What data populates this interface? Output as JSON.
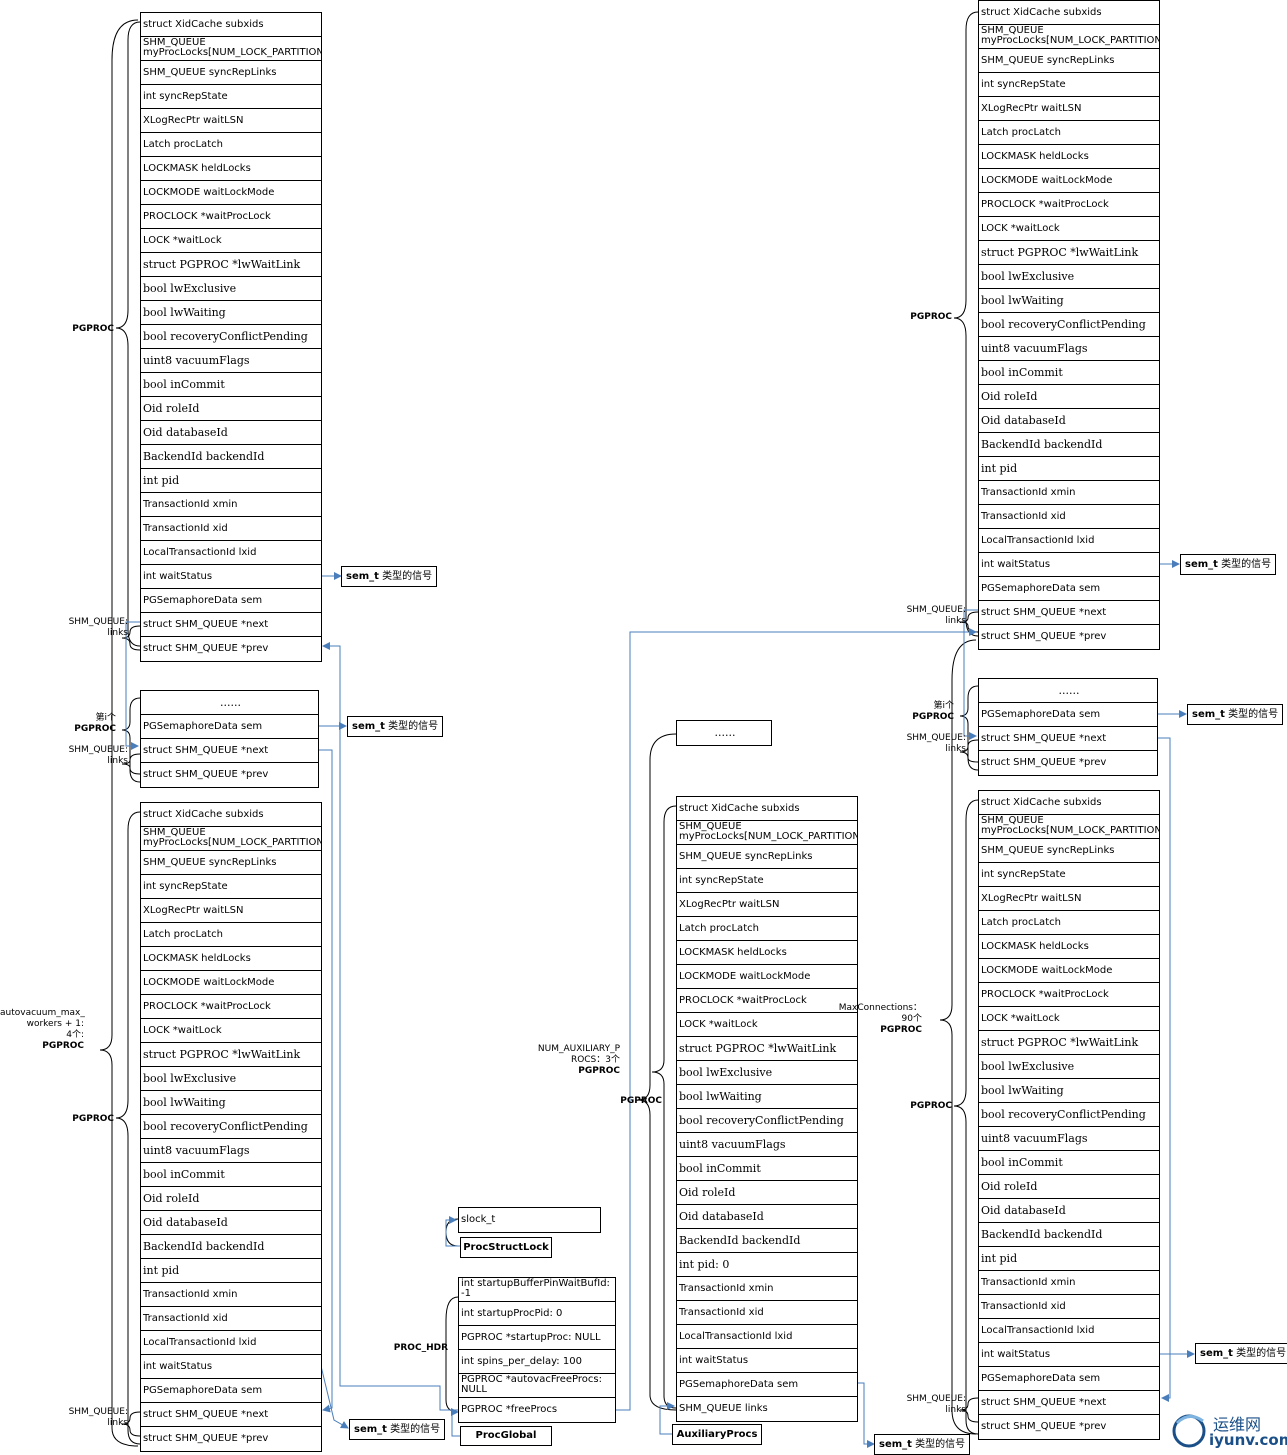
{
  "title": "",
  "pgproc_fields_a": [
    "struct XidCache subxids",
    "SHM_QUEUE myProcLocks[NUM_LOCK_PARTITIONS]",
    "SHM_QUEUE syncRepLinks",
    "int syncRepState",
    "XLogRecPtr waitLSN",
    "Latch procLatch",
    "LOCKMASK heldLocks",
    "LOCKMODE waitLockMode",
    "PROCLOCK *waitProcLock",
    "LOCK *waitLock",
    "struct PGPROC *lwWaitLink",
    "bool lwExclusive",
    "bool lwWaiting",
    "bool recoveryConflictPending",
    "uint8 vacuumFlags",
    "bool inCommit",
    "Oid roleId",
    "Oid databaseId",
    "BackendId backendId",
    "int pid",
    "TransactionId xmin",
    "TransactionId xid",
    "LocalTransactionId lxid",
    "int waitStatus",
    "PGSemaphoreData sem",
    "struct SHM_QUEUE *next",
    "struct SHM_QUEUE *prev"
  ],
  "pgproc_fields_aux": [
    "struct XidCache subxids",
    "SHM_QUEUE myProcLocks[NUM_LOCK_PARTITIONS]",
    "SHM_QUEUE syncRepLinks",
    "int syncRepState",
    "XLogRecPtr waitLSN",
    "Latch procLatch",
    "LOCKMASK heldLocks",
    "LOCKMODE waitLockMode",
    "PROCLOCK *waitProcLock",
    "LOCK *waitLock",
    "struct PGPROC *lwWaitLink",
    "bool lwExclusive",
    "bool lwWaiting",
    "bool recoveryConflictPending",
    "uint8 vacuumFlags",
    "bool inCommit",
    "Oid roleId",
    "Oid databaseId",
    "BackendId backendId",
    "int pid: 0",
    "TransactionId xmin",
    "TransactionId xid",
    "LocalTransactionId lxid",
    "int waitStatus",
    "PGSemaphoreData sem",
    "SHM_QUEUE links"
  ],
  "pgproc_mid": [
    "......",
    "PGSemaphoreData sem",
    "struct SHM_QUEUE *next",
    "struct SHM_QUEUE *prev"
  ],
  "dots": "......",
  "proc_hdr_fields": [
    "int startupBufferPinWaitBufId: -1",
    "int startupProcPid: 0",
    "PGPROC *startupProc: NULL",
    "int spins_per_delay: 100",
    "PGPROC *autovacFreeProcs: NULL",
    "PGPROC *freeProcs"
  ],
  "slock": "slock_t",
  "proc_struct_lock": "ProcStructLock",
  "proc_global": "ProcGlobal",
  "auxiliary_procs": "AuxiliaryProcs",
  "proc_hdr": "PROC_HDR",
  "sem_note_bold": "sem_t",
  "sem_note_rest": " 类型的信号",
  "pgproc": "PGPROC",
  "shm_queue_links_1": "SHM_QUEUE:",
  "shm_queue_links_2": "links",
  "ith_1": "第i个",
  "autovac_1": "autovacuum_max_",
  "autovac_2": "workers + 1:",
  "autovac_3": "4个:",
  "naux_1": "NUM_AUXILIARY_P",
  "naux_2": "ROCS：3个",
  "maxconn_1": "MaxConnections：",
  "maxconn_2": "90个",
  "logo_cn": "运维网",
  "logo_en": "iyunv.com",
  "colors": {
    "wire": "#4a7ebb",
    "logo": "#1a4f88"
  }
}
